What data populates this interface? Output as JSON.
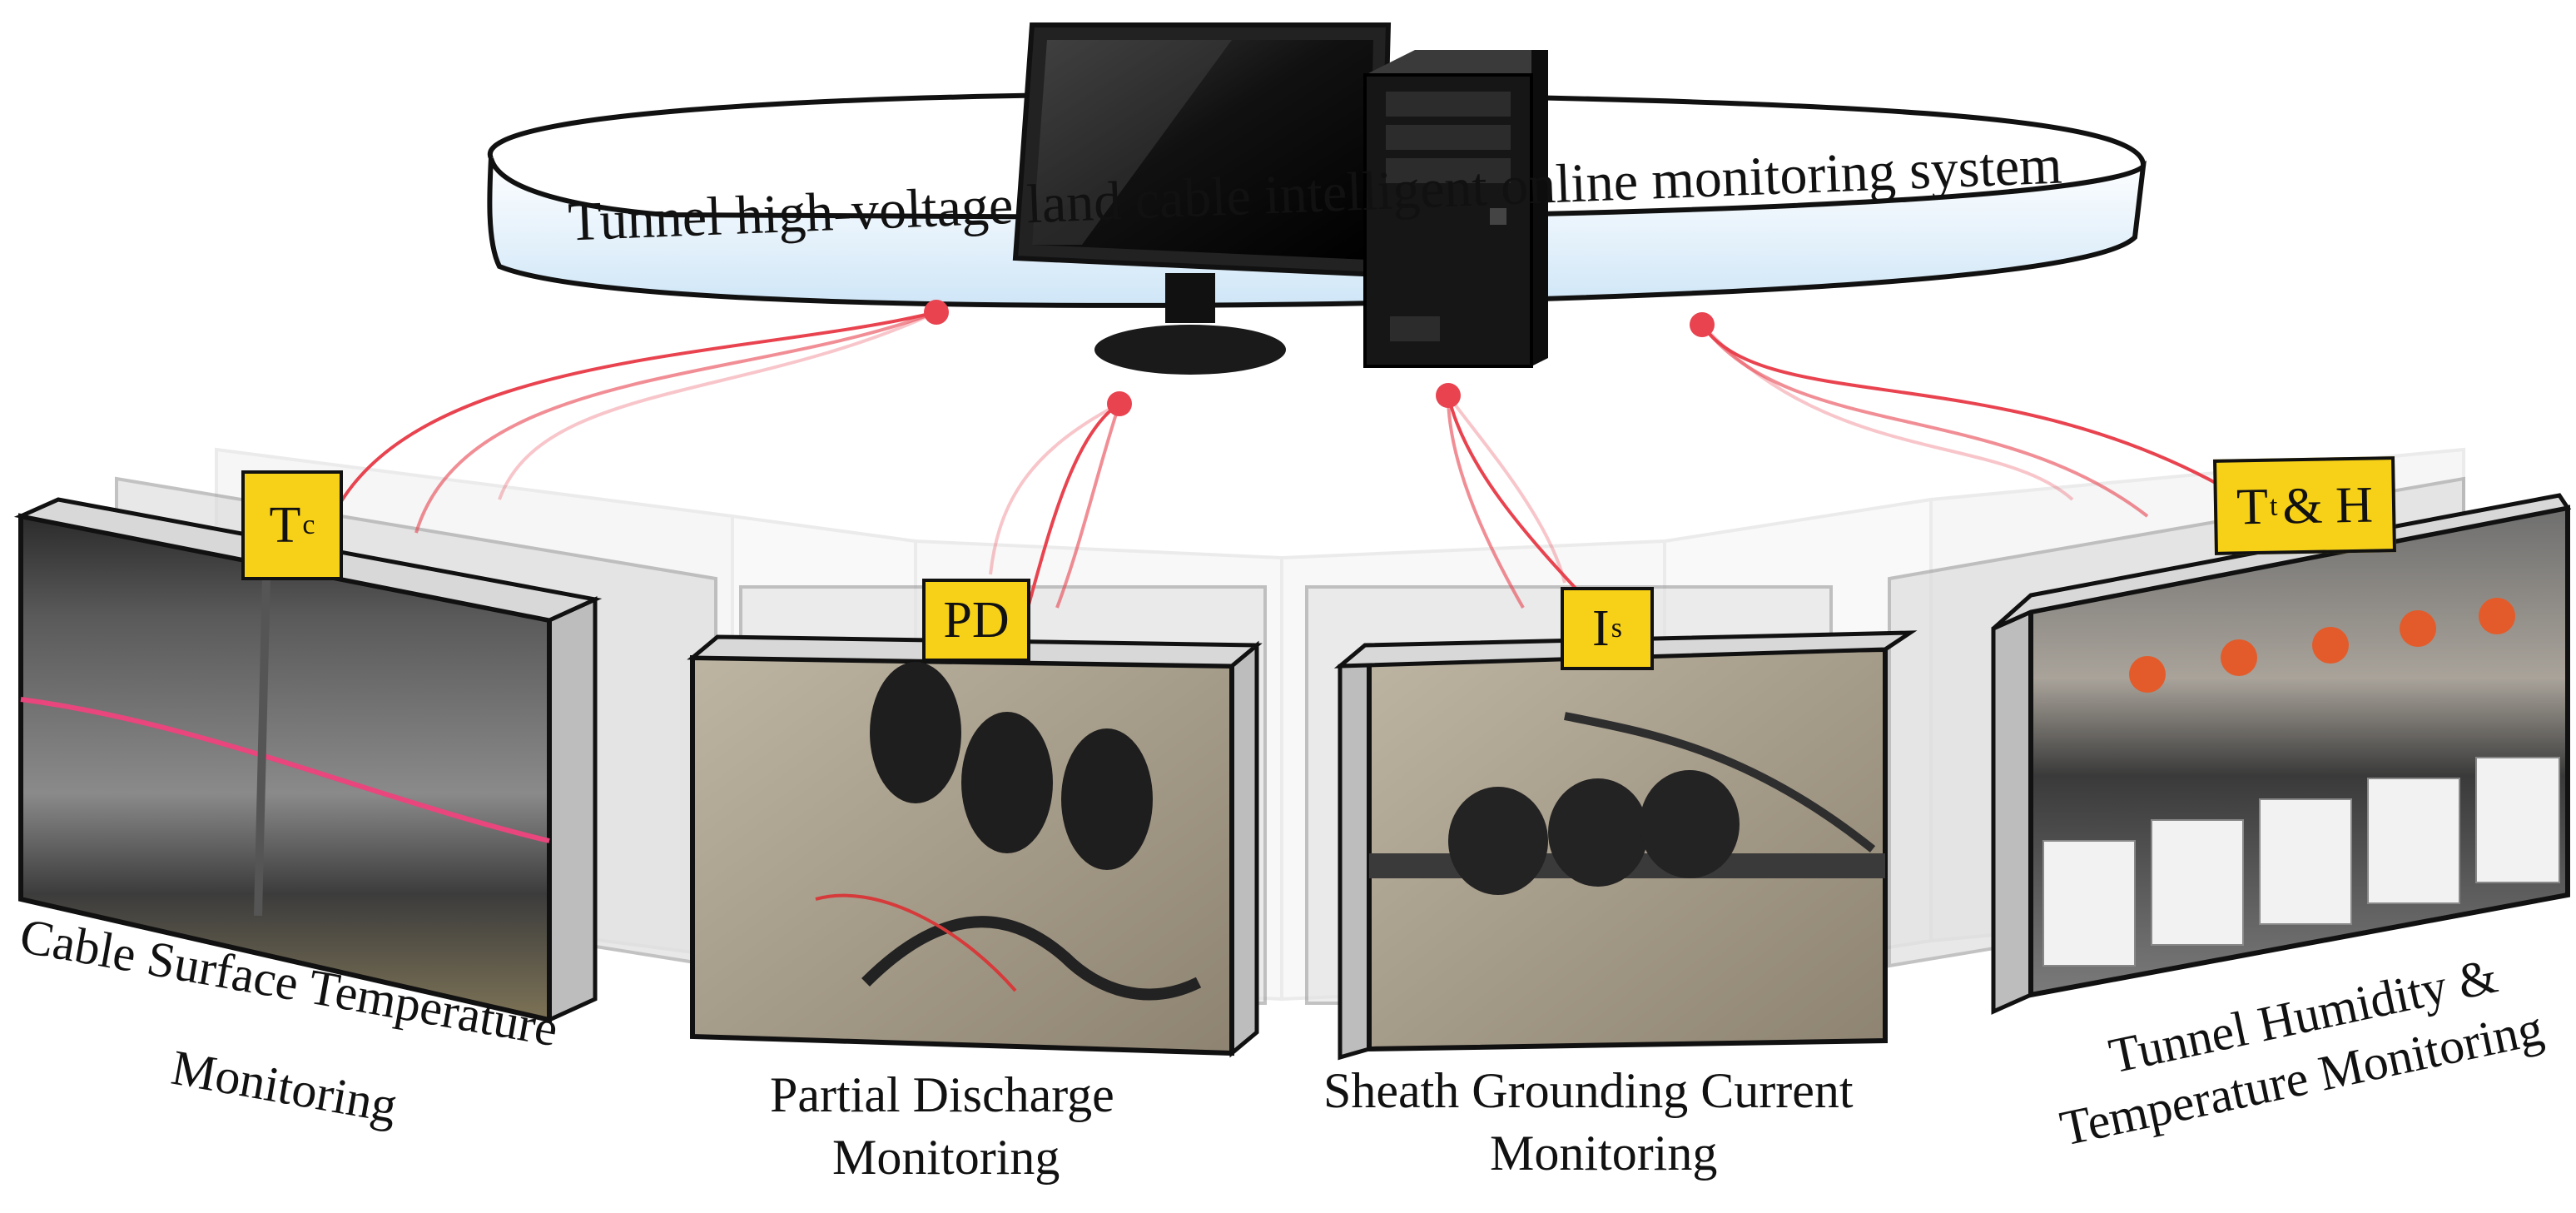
{
  "system": {
    "title": "Tunnel high-voltage land cable intelligent online monitoring system"
  },
  "modules": [
    {
      "tag_main": "T",
      "tag_sub": "c",
      "label_line1": "Cable Surface Temperature",
      "label_line2": "Monitoring"
    },
    {
      "tag_main": "PD",
      "tag_sub": "",
      "label_line1": "Partial Discharge",
      "label_line2": "Monitoring"
    },
    {
      "tag_main": "I",
      "tag_sub": "s",
      "label_line1": "Sheath Grounding Current",
      "label_line2": "Monitoring"
    },
    {
      "tag_main": "T",
      "tag_sub": "t",
      "tag_tail": "& H",
      "label_line1": "Tunnel Humidity &",
      "label_line2": "Temperature Monitoring"
    }
  ],
  "colors": {
    "tag_fill": "#f7d117",
    "wire": "#e8434f",
    "ring_gradient_bottom": "#cfe6f7",
    "panel_side": "#bdbdbd"
  },
  "icons": [
    "monitor-icon",
    "computer-tower-icon",
    "connector-dot-icon"
  ]
}
